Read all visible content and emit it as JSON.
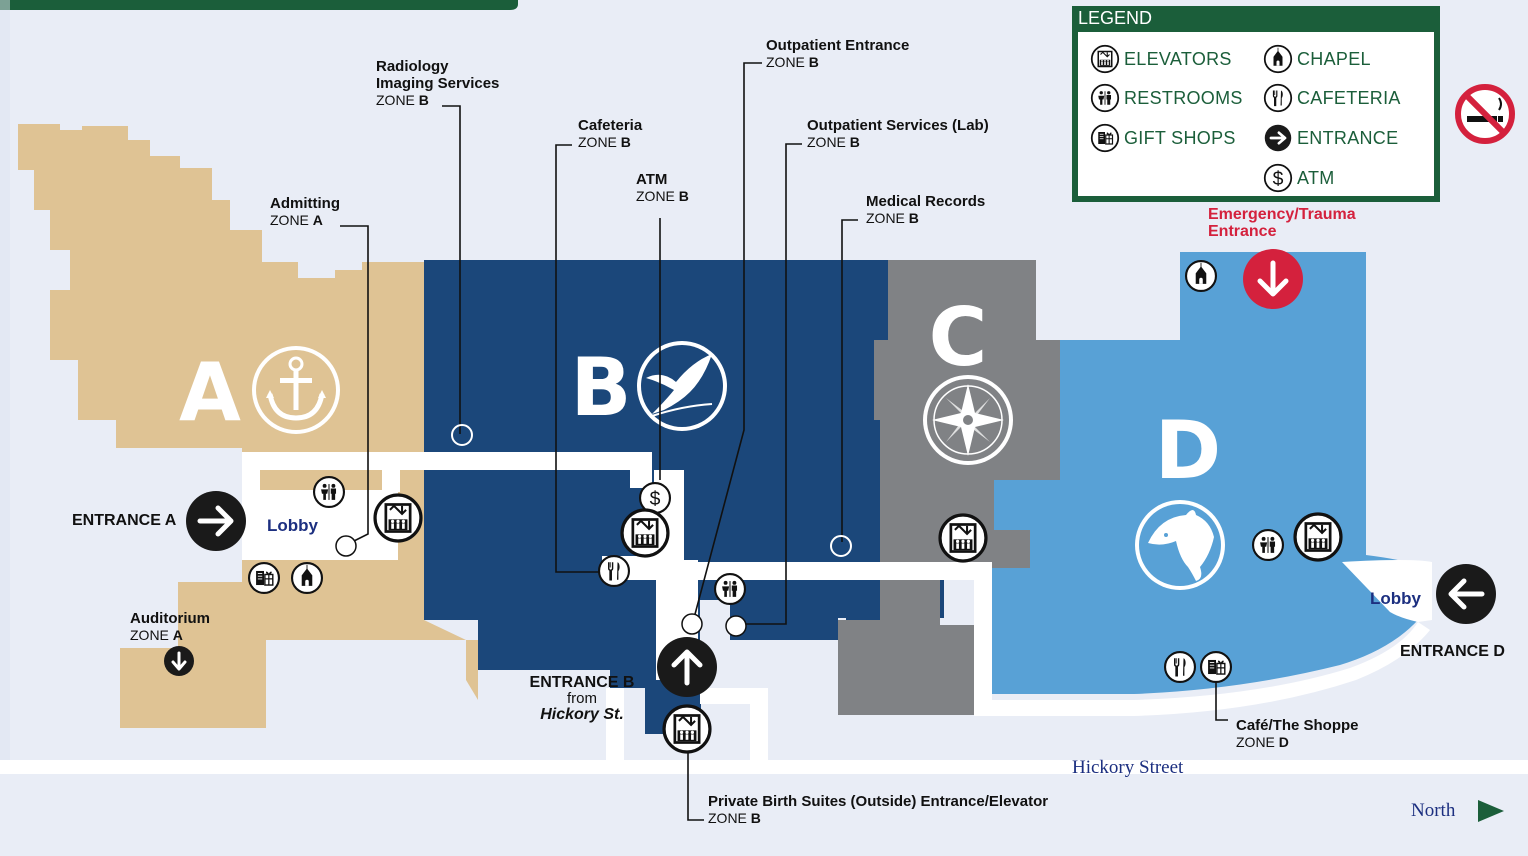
{
  "colors": {
    "zone_a": "#dfc394",
    "zone_b": "#1b477a",
    "zone_c": "#808285",
    "zone_d": "#58a1d6",
    "corridor": "#ffffff",
    "legend_green": "#1b5e3a",
    "emergency_red": "#d4213d",
    "street_blue": "#1c2f80"
  },
  "zones": {
    "a": {
      "letter": "A",
      "emblem": "anchor-icon"
    },
    "b": {
      "letter": "B",
      "emblem": "heron-icon"
    },
    "c": {
      "letter": "C",
      "emblem": "compass-rose-icon"
    },
    "d": {
      "letter": "D",
      "emblem": "dolphin-icon"
    }
  },
  "legend": {
    "title": "LEGEND",
    "items": [
      {
        "label": "ELEVATORS",
        "icon": "elevator-icon"
      },
      {
        "label": "CHAPEL",
        "icon": "chapel-icon"
      },
      {
        "label": "RESTROOMS",
        "icon": "restroom-icon"
      },
      {
        "label": "CAFETERIA",
        "icon": "cafeteria-icon"
      },
      {
        "label": "GIFT SHOPS",
        "icon": "gift-shop-icon"
      },
      {
        "label": "ENTRANCE",
        "icon": "entrance-arrow-icon"
      },
      {
        "label": "ATM",
        "icon": "atm-icon"
      }
    ]
  },
  "callouts": {
    "radiology": {
      "title_line1": "Radiology",
      "title_line2": "Imaging Services",
      "zone_prefix": "ZONE",
      "zone": "B"
    },
    "admitting": {
      "title": "Admitting",
      "zone_prefix": "ZONE",
      "zone": "A"
    },
    "cafeteria": {
      "title": "Cafeteria",
      "zone_prefix": "ZONE",
      "zone": "B"
    },
    "atm": {
      "title": "ATM",
      "zone_prefix": "ZONE",
      "zone": "B"
    },
    "outpatient_entrance": {
      "title": "Outpatient Entrance",
      "zone_prefix": "ZONE",
      "zone": "B"
    },
    "outpatient_services": {
      "title": "Outpatient Services (Lab)",
      "zone_prefix": "ZONE",
      "zone": "B"
    },
    "medical_records": {
      "title": "Medical Records",
      "zone_prefix": "ZONE",
      "zone": "B"
    },
    "auditorium": {
      "title": "Auditorium",
      "zone_prefix": "ZONE",
      "zone": "A"
    },
    "cafe_shoppe": {
      "title": "Café/The Shoppe",
      "zone_prefix": "ZONE",
      "zone": "D"
    },
    "birth_suites": {
      "title": "Private Birth Suites (Outside) Entrance/Elevator",
      "zone_prefix": "ZONE",
      "zone": "B"
    },
    "emergency": {
      "line1": "Emergency/Trauma",
      "line2": "Entrance"
    }
  },
  "entrances": {
    "a": "ENTRANCE A",
    "b_line1": "ENTRANCE B",
    "b_line2": "from",
    "b_line3": "Hickory St.",
    "d": "ENTRANCE D"
  },
  "lobbies": {
    "a": "Lobby",
    "d": "Lobby"
  },
  "street": {
    "name": "Hickory Street",
    "north_label": "North"
  },
  "no_smoking": "no-smoking-icon"
}
